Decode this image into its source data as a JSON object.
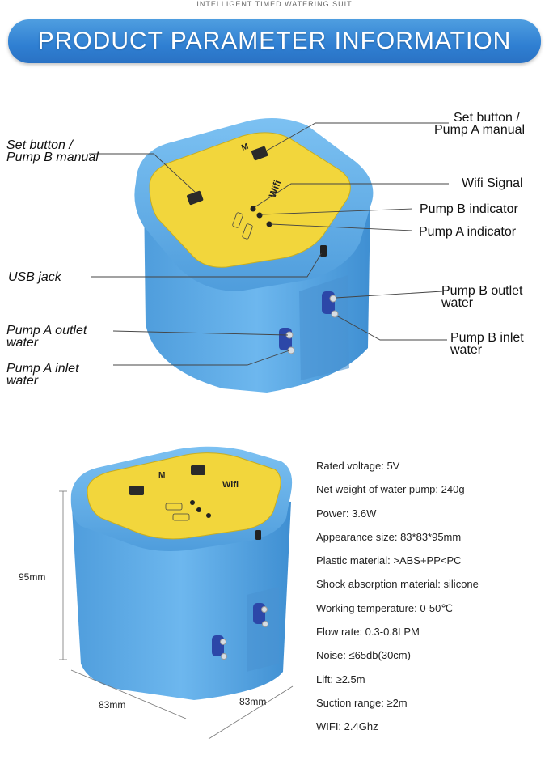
{
  "header": {
    "suit_title": "INTELLIGENT TIMED WATERING SUIT",
    "banner_title": "PRODUCT PARAMETER INFORMATION"
  },
  "device_top": {
    "brand_mark": "M",
    "wifi_label": "Wifi",
    "buttons": [
      "SET",
      "SET"
    ],
    "indicators": [
      "PUMP B",
      "PUMP A"
    ],
    "colors": {
      "body": "#5aa9e6",
      "panel": "#f2d63c"
    }
  },
  "callouts": {
    "set_b": [
      "Set button /",
      "Pump B manual"
    ],
    "set_a": [
      "Set button /",
      "Pump A manual"
    ],
    "wifi_signal": "Wifi Signal",
    "pump_b_indicator": "Pump B indicator",
    "pump_a_indicator": "Pump A indicator",
    "usb_jack": "USB jack",
    "pump_b_outlet": [
      "Pump B outlet",
      "water"
    ],
    "pump_a_outlet": [
      "Pump A outlet",
      "water"
    ],
    "pump_b_inlet": [
      "Pump B inlet",
      "water"
    ],
    "pump_a_inlet": [
      "Pump A inlet",
      "water"
    ]
  },
  "specs": [
    "Rated voltage: 5V",
    "Net weight of water pump: 240g",
    "Power: 3.6W",
    "Appearance size: 83*83*95mm",
    "Plastic material: >ABS+PP<PC",
    "Shock absorption material: silicone",
    "Working temperature: 0-50℃",
    "Flow rate: 0.3-0.8LPM",
    "Noise: ≤65db(30cm)",
    "Lift: ≥2.5m",
    "Suction range: ≥2m",
    "WIFI: 2.4Ghz"
  ],
  "dimensions": {
    "height": "95mm",
    "width": "83mm",
    "depth": "83mm"
  }
}
